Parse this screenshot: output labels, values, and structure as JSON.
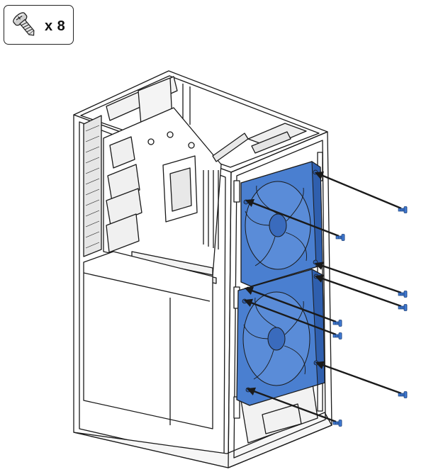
{
  "screw_badge": {
    "icon": "screw-icon",
    "quantity_label": "x 8"
  },
  "colors": {
    "fan": "#4a7fd0",
    "fan_dark": "#2f5fae",
    "fan_light": "#6e9be0",
    "line": "#1a1a1a",
    "screw": "#3f78d0",
    "panel": "#ffffff",
    "shade": "#d9d9d9"
  },
  "parts": {
    "case": "pc-case",
    "fans": [
      "fan-top",
      "fan-bottom"
    ],
    "screw_count": 8
  }
}
